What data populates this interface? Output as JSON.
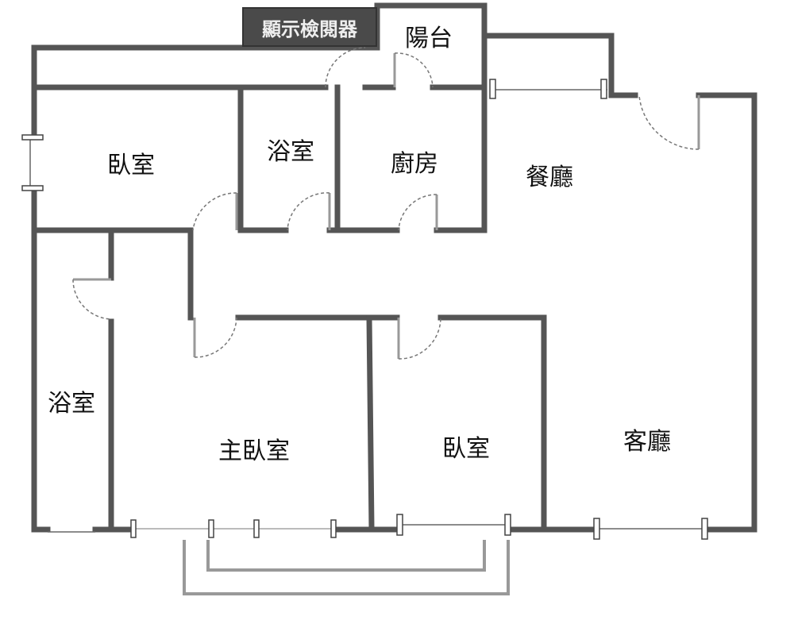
{
  "toolbar": {
    "show_viewer_label": "顯示檢閱器"
  },
  "rooms": {
    "balcony_top": "陽台",
    "bedroom_top_left": "臥室",
    "bathroom_top": "浴室",
    "kitchen": "廚房",
    "dining_room": "餐廳",
    "bathroom_left": "浴室",
    "master_bedroom": "主臥室",
    "bedroom_bottom": "臥室",
    "living_room": "客廳"
  }
}
